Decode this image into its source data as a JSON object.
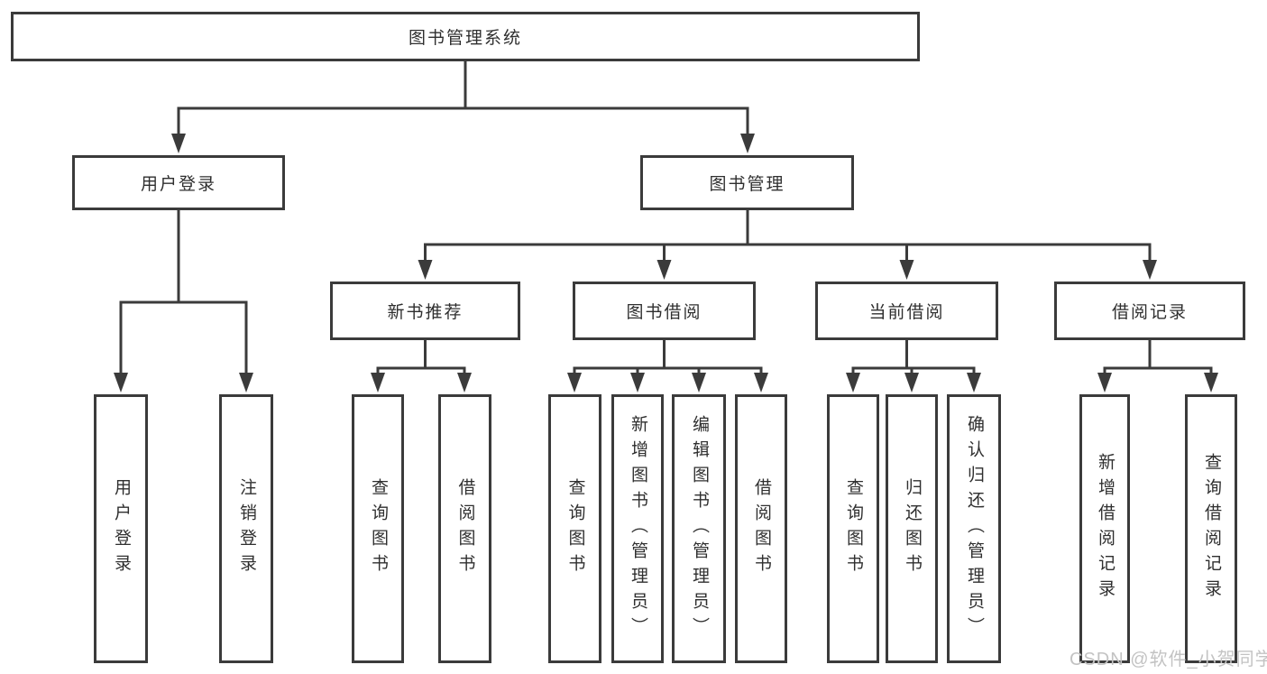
{
  "tree": {
    "root": {
      "label": "图书管理系统"
    },
    "branches": [
      {
        "label": "用户登录",
        "children": [
          {
            "label": "用户登录"
          },
          {
            "label": "注销登录"
          }
        ]
      },
      {
        "label": "图书管理",
        "groups": [
          {
            "label": "新书推荐",
            "children": [
              {
                "label": "查询图书"
              },
              {
                "label": "借阅图书"
              }
            ]
          },
          {
            "label": "图书借阅",
            "children": [
              {
                "label": "查询图书"
              },
              {
                "label": "新增图书（管理员）"
              },
              {
                "label": "编辑图书（管理员）"
              },
              {
                "label": "借阅图书"
              }
            ]
          },
          {
            "label": "当前借阅",
            "children": [
              {
                "label": "查询图书"
              },
              {
                "label": "归还图书"
              },
              {
                "label": "确认归还（管理员）"
              }
            ]
          },
          {
            "label": "借阅记录",
            "children": [
              {
                "label": "新增借阅记录"
              },
              {
                "label": "查询借阅记录"
              }
            ]
          }
        ]
      }
    ]
  },
  "watermark": {
    "text": "CSDN @软件_小贺同学"
  },
  "colors": {
    "line": "#3b3b3b",
    "box_border": "#3b3b3b",
    "text": "#2f2f2f",
    "background": "#ffffff",
    "watermark": "#c3c3c3"
  }
}
